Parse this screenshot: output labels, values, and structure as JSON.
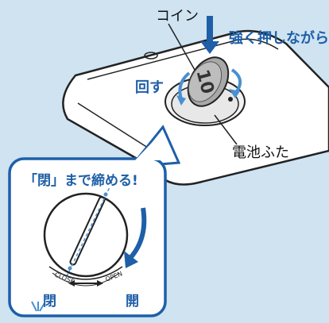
{
  "labels": {
    "coin": "コイン",
    "push": "強く押しながら",
    "turn": "回す",
    "battery_cover": "電池ふた",
    "inset_title": "「閉」まで締める!",
    "closed": "閉",
    "open": "開",
    "dial_close": "CLOSE",
    "dial_open": "OPEN",
    "coin_value": "10"
  },
  "colors": {
    "background": "#cfe3f1",
    "accent_blue": "#1e5fa8",
    "light_blue": "#4a90d0"
  }
}
